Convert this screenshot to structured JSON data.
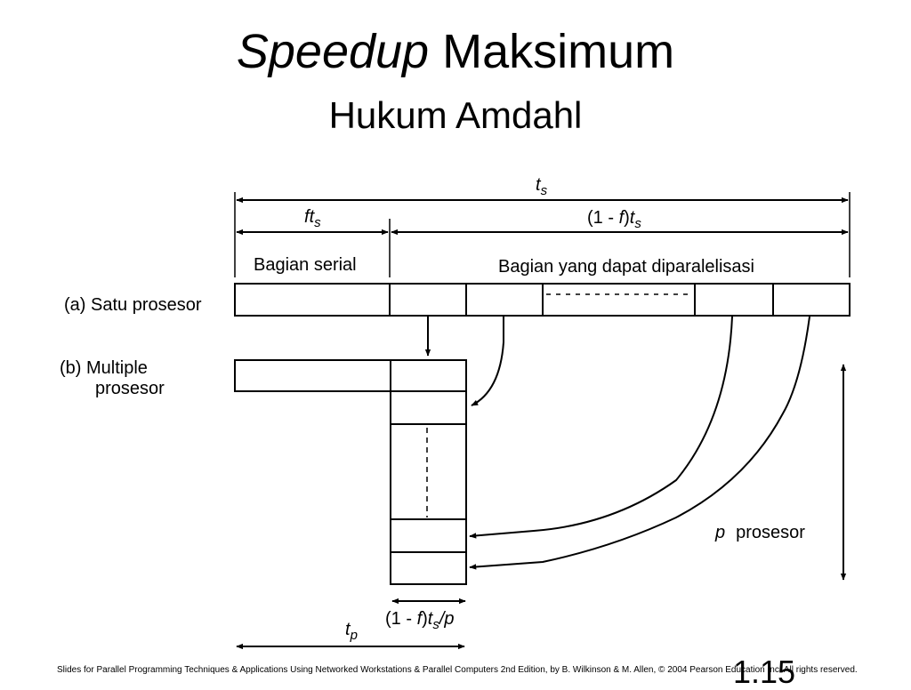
{
  "title": {
    "italic": "Speedup",
    "rest": "Maksimum",
    "subtitle": "Hukum Amdahl"
  },
  "labels": {
    "ts_main": "t",
    "ts_sub": "s",
    "fts_f": "f",
    "fts_t": "t",
    "fts_sub": "s",
    "one_minus_f_open": "(1 - ",
    "one_minus_f_f": "f",
    "one_minus_f_close": ")",
    "one_minus_f_t": "t",
    "one_minus_f_sub": "s",
    "serial_part": "Bagian serial",
    "parallel_part": "Bagian yang dapat diparalelisasi",
    "case_a": "(a) Satu prosesor",
    "case_b_line1": "(b) Multiple",
    "case_b_line2": "prosesor",
    "p_var": "p",
    "p_word": "prosesor",
    "bottom_open": "(1 - ",
    "bottom_f": "f",
    "bottom_close": ")",
    "bottom_t": "t",
    "bottom_sub": "s",
    "bottom_slash_p": "/p",
    "tp_main": "t",
    "tp_sub": "p"
  },
  "footer": "Slides for Parallel Programming Techniques & Applications Using Networked Workstations & Parallel Computers 2nd Edition, by B. Wilkinson & M. Allen, © 2004 Pearson Education Inc. All rights reserved.",
  "page_number": "1.15"
}
